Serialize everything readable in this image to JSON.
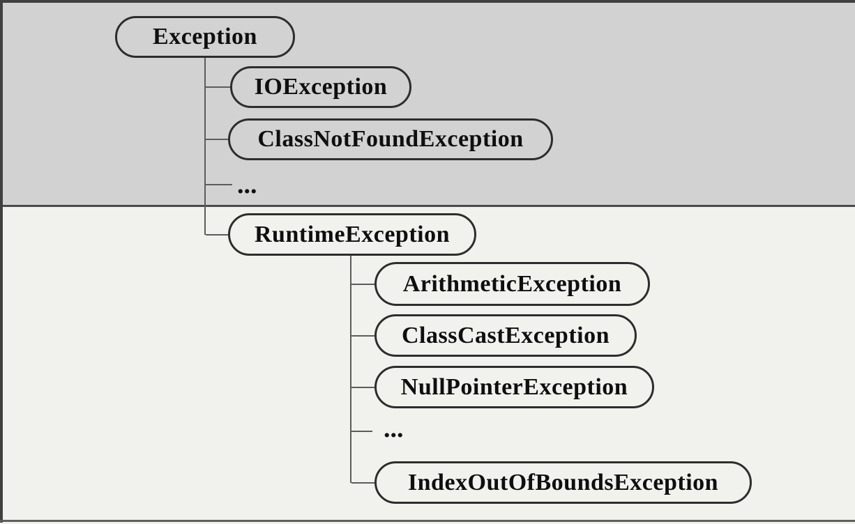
{
  "tree": {
    "label": "Exception",
    "children": [
      {
        "label": "IOException"
      },
      {
        "label": "ClassNotFoundException"
      },
      {
        "label": "..."
      },
      {
        "label": "RuntimeException",
        "children": [
          {
            "label": "ArithmeticException"
          },
          {
            "label": "ClassCastException"
          },
          {
            "label": "NullPointerException"
          },
          {
            "label": "..."
          },
          {
            "label": "IndexOutOfBoundsException"
          }
        ]
      }
    ]
  },
  "colors": {
    "checked_section_bg": "#d2d2d2",
    "unchecked_section_bg": "#f1f1ee",
    "frame_border": "#404040",
    "node_border": "#2d2d2d",
    "connector_line": "#5c5c5c",
    "text": "#0f0f0f"
  }
}
